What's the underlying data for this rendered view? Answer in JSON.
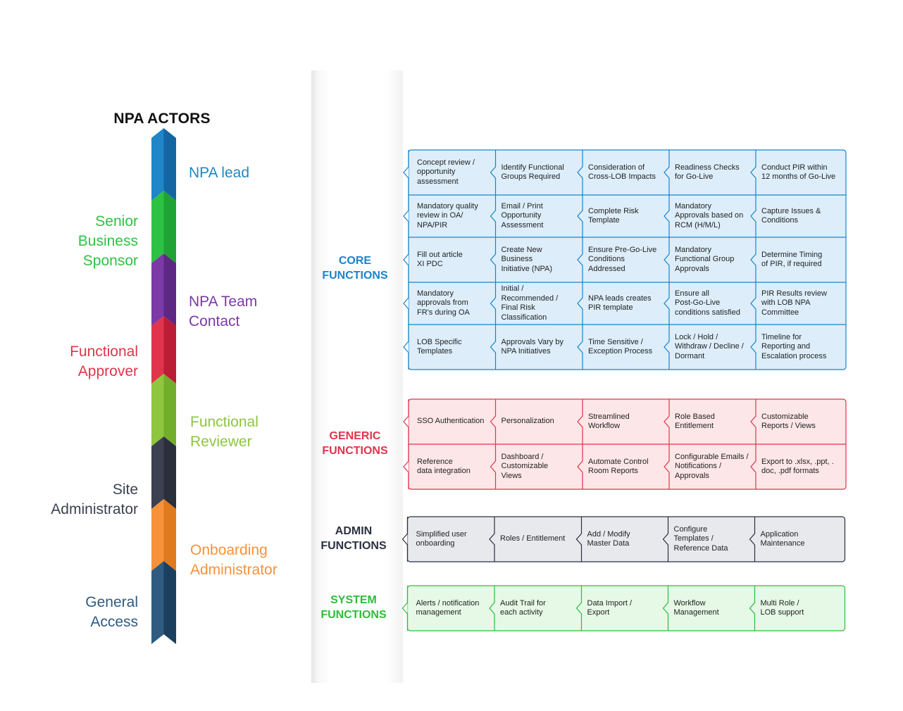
{
  "actors_title": "NPA ACTORS",
  "actors": [
    {
      "label": "NPA lead",
      "color": "#1f86c8",
      "dark": "#1466a3",
      "side": "right"
    },
    {
      "label": "Senior\nBusiness\nSponsor",
      "color": "#2ec244",
      "dark": "#1ea334",
      "side": "left"
    },
    {
      "label": "NPA Team\nContact",
      "color": "#7b3aa6",
      "dark": "#5d2883",
      "side": "right"
    },
    {
      "label": "Functional\nApprover",
      "color": "#e0344c",
      "dark": "#bb1c36",
      "side": "left"
    },
    {
      "label": "Functional\nReviewer",
      "color": "#8ec63f",
      "dark": "#72ad2c",
      "side": "right"
    },
    {
      "label": "Site\nAdministrator",
      "color": "#3b4150",
      "dark": "#2a2f3b",
      "side": "left"
    },
    {
      "label": "Onboarding\nAdministrator",
      "color": "#f7923a",
      "dark": "#e07a1f",
      "side": "right"
    },
    {
      "label": "General\nAccess",
      "color": "#2f5b80",
      "dark": "#1d3f5e",
      "side": "left"
    }
  ],
  "function_groups": [
    {
      "label": "CORE\nFUNCTIONS",
      "color": "#1a84c9",
      "fill": "#ddeefa",
      "rows": [
        [
          "Concept review /\nopportunity\nassessment",
          "Identify Functional\nGroups Required",
          "Consideration of\nCross-LOB Impacts",
          "Readiness Checks\nfor Go-Live",
          "Conduct PIR within\n12 months of Go-Live"
        ],
        [
          "Mandatory quality\nreview in OA/\nNPA/PIR",
          "Email / Print\nOpportunity\nAssessment",
          "Complete Risk\nTemplate",
          "Mandatory\nApprovals based on\nRCM (H/M/L)",
          "Capture Issues &\nConditions"
        ],
        [
          "Fill out article\nXI PDC",
          "Create New\nBusiness\nInitiative (NPA)",
          "Ensure Pre-Go-Live\nConditions\nAddressed",
          "Mandatory\nFunctional Group\nApprovals",
          "Determine Timing\nof PIR, if required"
        ],
        [
          "Mandatory\napprovals from\nFR's during OA",
          "Initial /\nRecommended /\nFinal Risk\nClassification",
          "NPA leads creates\nPIR template",
          "Ensure all\nPost-Go-Live\nconditions satisfied",
          "PIR Results review\nwith LOB NPA\nCommittee"
        ],
        [
          "LOB Specific\nTemplates",
          "Approvals Vary by\nNPA Initiatives",
          "Time Sensitive /\nException Process",
          "Lock / Hold /\nWithdraw / Decline /\nDormant",
          "Timeline for\nReporting and\nEscalation process"
        ]
      ]
    },
    {
      "label": "GENERIC\nFUNCTIONS",
      "color": "#e0344c",
      "fill": "#fde6e8",
      "rows": [
        [
          "SSO Authentication",
          "Personalization",
          "Streamlined\nWorkflow",
          "Role Based\nEntitlement",
          "Customizable\nReports / Views"
        ],
        [
          "Reference\ndata integration",
          "Dashboard /\nCustomizable\nViews",
          "Automate Control\nRoom Reports",
          "Configurable Emails /\nNotifications /\nApprovals",
          "Export to .xlsx, .ppt, .\ndoc, .pdf formats"
        ]
      ]
    },
    {
      "label": "ADMIN\nFUNCTIONS",
      "color": "#2c3040",
      "fill": "#e8e9ec",
      "rows": [
        [
          "Simplified user\nonboarding",
          "Roles / Entitlement",
          "Add / Modify\nMaster Data",
          "Configure\nTemplates /\nReference Data",
          "Application\nMaintenance"
        ]
      ]
    },
    {
      "label": "SYSTEM\nFUNCTIONS",
      "color": "#2dbd3a",
      "fill": "#e6f9e6",
      "rows": [
        [
          "Alerts / notification\nmanagement",
          "Audit Trail for\neach activity",
          "Data Import /\nExport",
          "Workflow\nManagement",
          "Multi Role /\nLOB support"
        ]
      ]
    }
  ]
}
